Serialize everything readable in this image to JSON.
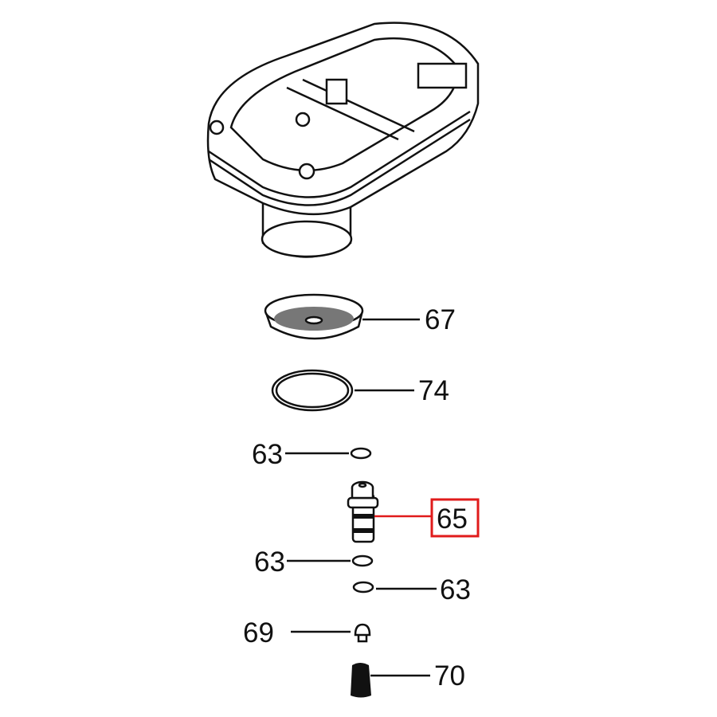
{
  "diagram": {
    "parts": [
      {
        "id": "67",
        "label": "67"
      },
      {
        "id": "74",
        "label": "74"
      },
      {
        "id": "63a",
        "label": "63"
      },
      {
        "id": "65",
        "label": "65",
        "highlighted": true
      },
      {
        "id": "63b",
        "label": "63"
      },
      {
        "id": "63c",
        "label": "63"
      },
      {
        "id": "69",
        "label": "69"
      },
      {
        "id": "70",
        "label": "70"
      }
    ],
    "highlight_color": "#e01b1b"
  }
}
